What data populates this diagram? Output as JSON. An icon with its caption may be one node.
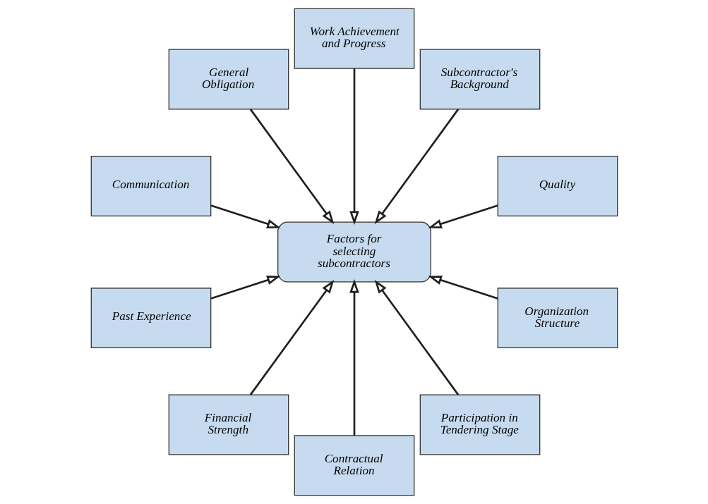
{
  "diagram": {
    "nodes": [
      {
        "text": [
          "Subcontractor's Background"
        ]
      },
      {
        "text": [
          "Quality"
        ]
      },
      {
        "text": [
          "Organization Structure"
        ]
      },
      {
        "text": [
          "Work Achievement and Progress"
        ]
      },
      {
        "text": [
          "Participation in Tendering Stage"
        ]
      },
      {
        "text": [
          "Factors for selecting subcontractors"
        ]
      },
      {
        "text": [
          "General Obligation"
        ]
      },
      {
        "text": [
          "Contractual Relation"
        ]
      },
      {
        "text": [
          "Communication"
        ]
      },
      {
        "text": [
          "Past Experience"
        ]
      },
      {
        "text": [
          "Financial Strength"
        ]
      }
    ],
    "edges": [
      {
        "from": 0,
        "to": 5,
        "arrow": "to"
      },
      {
        "from": 1,
        "to": 5,
        "arrow": "to"
      },
      {
        "from": 2,
        "to": 5,
        "arrow": "to"
      },
      {
        "from": 3,
        "to": 5,
        "arrow": "to"
      },
      {
        "from": 4,
        "to": 5,
        "arrow": "to"
      },
      {
        "from": 6,
        "to": 5,
        "arrow": "to"
      },
      {
        "from": 7,
        "to": 5,
        "arrow": "to"
      },
      {
        "from": 8,
        "to": 5,
        "arrow": "to"
      },
      {
        "from": 9,
        "to": 5,
        "arrow": "to"
      },
      {
        "from": 10,
        "to": 5,
        "arrow": "to"
      }
    ]
  }
}
